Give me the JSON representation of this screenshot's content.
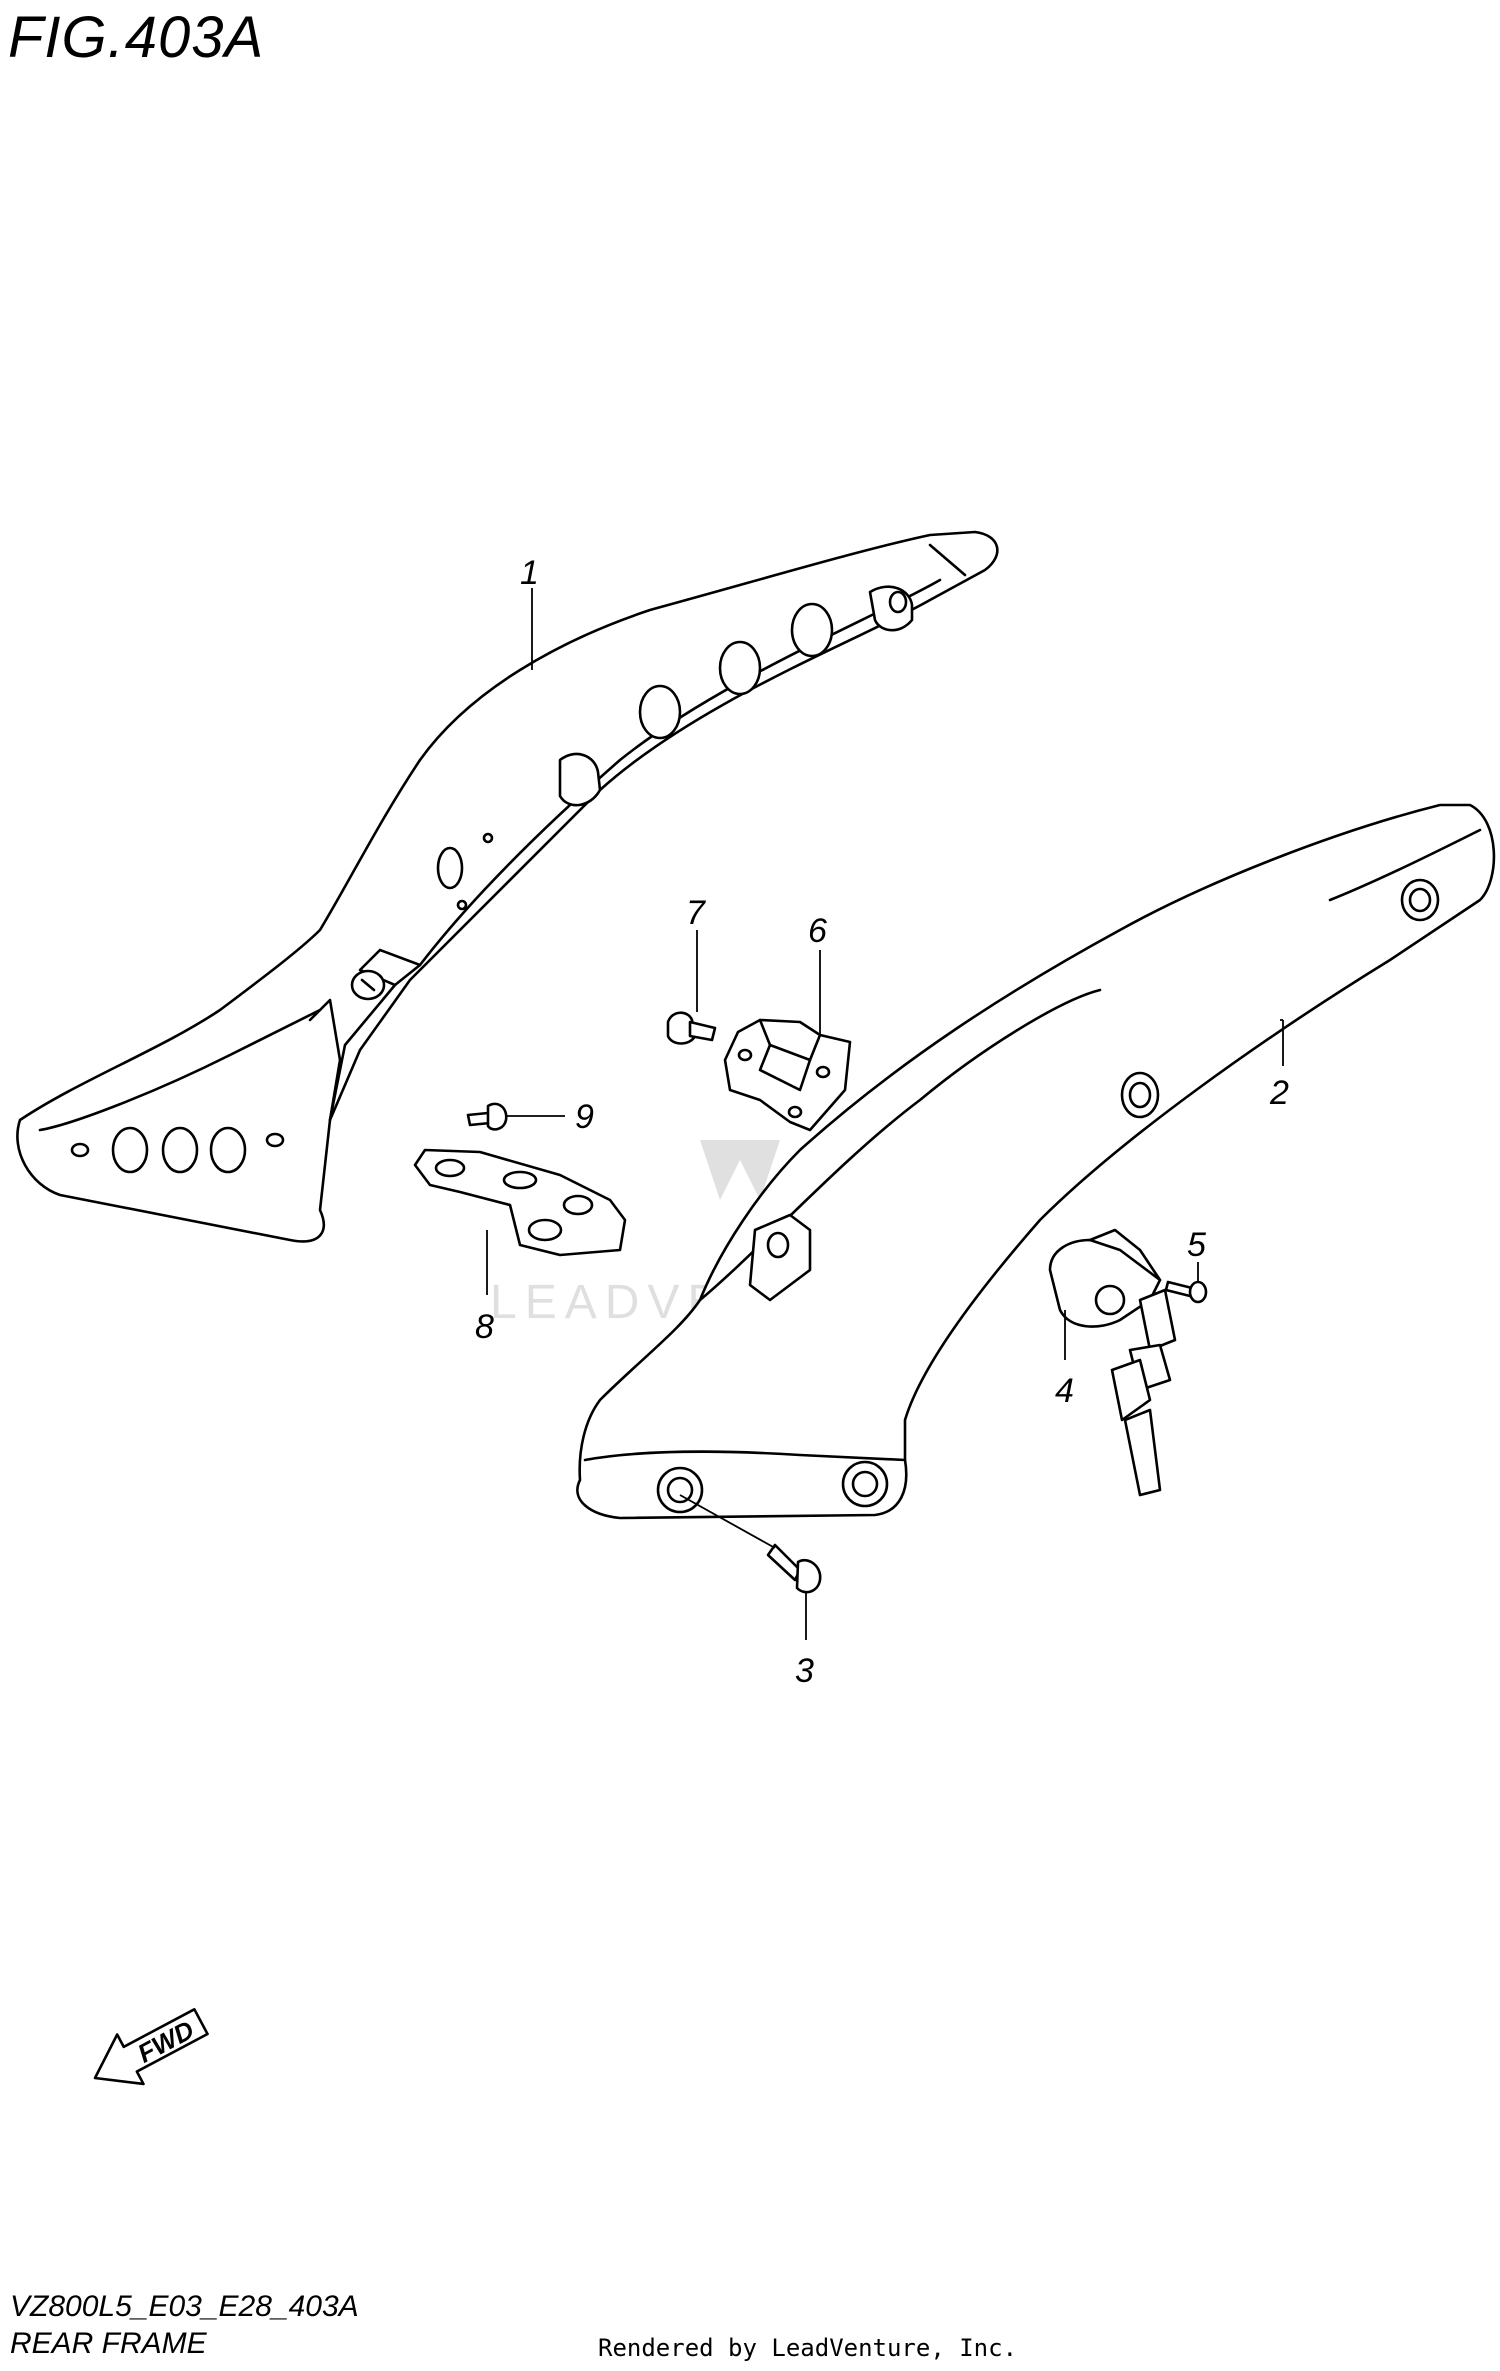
{
  "figure": {
    "title": "FIG.403A",
    "code": "VZ800L5_E03_E28_403A",
    "name": "REAR FRAME",
    "rendered_by": "Rendered by LeadVenture, Inc."
  },
  "watermark": {
    "text": "LEADVENTURE"
  },
  "fwd_arrow": {
    "label": "FWD"
  },
  "callouts": [
    {
      "id": "1",
      "label": "1"
    },
    {
      "id": "2",
      "label": "2"
    },
    {
      "id": "3",
      "label": "3"
    },
    {
      "id": "4",
      "label": "4"
    },
    {
      "id": "5",
      "label": "5"
    },
    {
      "id": "6",
      "label": "6"
    },
    {
      "id": "7",
      "label": "7"
    },
    {
      "id": "8",
      "label": "8"
    },
    {
      "id": "9",
      "label": "9"
    }
  ]
}
